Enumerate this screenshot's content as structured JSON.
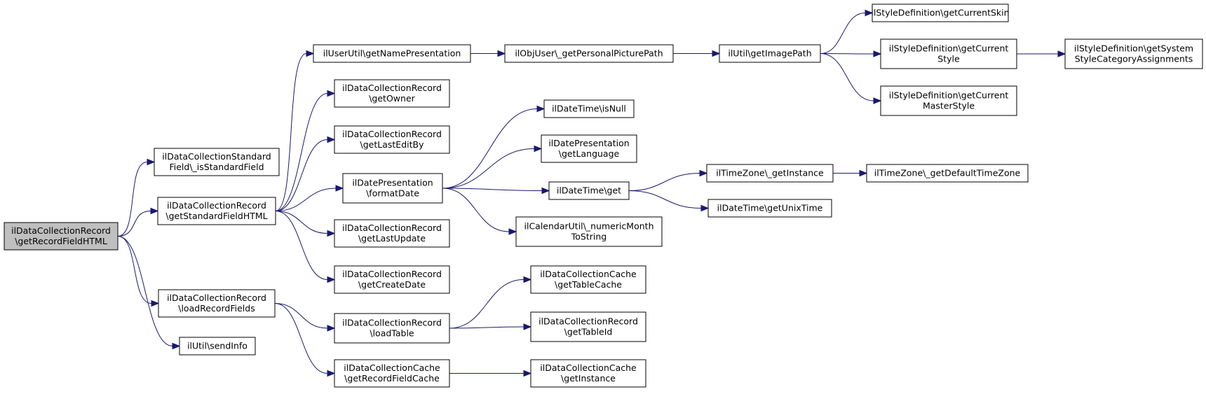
{
  "colors": {
    "edge": "#191970",
    "root_fill": "#bfbfbf",
    "node_fill": "#ffffff",
    "node_border": "#000000"
  },
  "nodes": [
    {
      "id": "root",
      "name": "node-getrecordfieldhtml",
      "lines": [
        "ilDataCollectionRecord",
        "\\getRecordFieldHTML"
      ],
      "root": true
    },
    {
      "id": "isstd",
      "name": "node-isstandardfield",
      "lines": [
        "ilDataCollectionStandard",
        "Field\\_isStandardField"
      ]
    },
    {
      "id": "getstd",
      "name": "node-getstandardfieldhtml",
      "lines": [
        "ilDataCollectionRecord",
        "\\getStandardFieldHTML"
      ]
    },
    {
      "id": "loadrec",
      "name": "node-loadrecordfields",
      "lines": [
        "ilDataCollectionRecord",
        "\\loadRecordFields"
      ]
    },
    {
      "id": "sendinfo",
      "name": "node-sendinfo",
      "lines": [
        "ilUtil\\sendInfo"
      ]
    },
    {
      "id": "namepres",
      "name": "node-getnamepresentation",
      "lines": [
        "ilUserUtil\\getNamePresentation"
      ]
    },
    {
      "id": "owner",
      "name": "node-getowner",
      "lines": [
        "ilDataCollectionRecord",
        "\\getOwner"
      ]
    },
    {
      "id": "lastedit",
      "name": "node-getlasteditby",
      "lines": [
        "ilDataCollectionRecord",
        "\\getLastEditBy"
      ]
    },
    {
      "id": "fmtdate",
      "name": "node-formatdate",
      "lines": [
        "ilDatePresentation",
        "\\formatDate"
      ]
    },
    {
      "id": "lastupd",
      "name": "node-getlastupdate",
      "lines": [
        "ilDataCollectionRecord",
        "\\getLastUpdate"
      ]
    },
    {
      "id": "created",
      "name": "node-getcreatedate",
      "lines": [
        "ilDataCollectionRecord",
        "\\getCreateDate"
      ]
    },
    {
      "id": "loadtable",
      "name": "node-loadtable",
      "lines": [
        "ilDataCollectionRecord",
        "\\loadTable"
      ]
    },
    {
      "id": "recfieldcache",
      "name": "node-getrecordfieldcache",
      "lines": [
        "ilDataCollectionCache",
        "\\getRecordFieldCache"
      ]
    },
    {
      "id": "picpath",
      "name": "node-getpersonalpicturepath",
      "lines": [
        "ilObjUser\\_getPersonalPicturePath"
      ]
    },
    {
      "id": "isnull",
      "name": "node-isnull",
      "lines": [
        "ilDateTime\\isNull"
      ]
    },
    {
      "id": "getlang",
      "name": "node-getlanguage",
      "lines": [
        "ilDatePresentation",
        "\\getLanguage"
      ]
    },
    {
      "id": "dtget",
      "name": "node-datetime-get",
      "lines": [
        "ilDateTime\\get"
      ]
    },
    {
      "id": "monthstr",
      "name": "node-numericmonthtostring",
      "lines": [
        "ilCalendarUtil\\_numericMonth",
        "ToString"
      ]
    },
    {
      "id": "tablecache",
      "name": "node-gettablecache",
      "lines": [
        "ilDataCollectionCache",
        "\\getTableCache"
      ]
    },
    {
      "id": "tableid",
      "name": "node-gettableid",
      "lines": [
        "ilDataCollectionRecord",
        "\\getTableId"
      ]
    },
    {
      "id": "getinst",
      "name": "node-cache-getinstance",
      "lines": [
        "ilDataCollectionCache",
        "\\getInstance"
      ]
    },
    {
      "id": "imgpath",
      "name": "node-getimagepath",
      "lines": [
        "ilUtil\\getImagePath"
      ]
    },
    {
      "id": "tzinst",
      "name": "node-timezone-getinstance",
      "lines": [
        "ilTimeZone\\_getInstance"
      ]
    },
    {
      "id": "unixtime",
      "name": "node-getunixtime",
      "lines": [
        "ilDateTime\\getUnixTime"
      ]
    },
    {
      "id": "skin",
      "name": "node-getcurrentskin",
      "lines": [
        "ilStyleDefinition\\getCurrentSkin"
      ]
    },
    {
      "id": "style",
      "name": "node-getcurrentstyle",
      "lines": [
        "ilStyleDefinition\\getCurrent",
        "Style"
      ]
    },
    {
      "id": "master",
      "name": "node-getcurrentmasterstyle",
      "lines": [
        "ilStyleDefinition\\getCurrent",
        "MasterStyle"
      ]
    },
    {
      "id": "deftz",
      "name": "node-getdefaulttimezone",
      "lines": [
        "ilTimeZone\\_getDefaultTimeZone"
      ]
    },
    {
      "id": "sysstyle",
      "name": "node-getsystemstylecategoryassignments",
      "lines": [
        "ilStyleDefinition\\getSystem",
        "StyleCategoryAssignments"
      ]
    }
  ],
  "edges": [
    [
      "root",
      "isstd"
    ],
    [
      "root",
      "getstd"
    ],
    [
      "root",
      "loadrec"
    ],
    [
      "root",
      "sendinfo"
    ],
    [
      "getstd",
      "namepres"
    ],
    [
      "getstd",
      "owner"
    ],
    [
      "getstd",
      "lastedit"
    ],
    [
      "getstd",
      "fmtdate"
    ],
    [
      "getstd",
      "lastupd"
    ],
    [
      "getstd",
      "created"
    ],
    [
      "loadrec",
      "loadtable"
    ],
    [
      "loadrec",
      "recfieldcache"
    ],
    [
      "namepres",
      "picpath"
    ],
    [
      "picpath",
      "imgpath"
    ],
    [
      "imgpath",
      "skin"
    ],
    [
      "imgpath",
      "style"
    ],
    [
      "imgpath",
      "master"
    ],
    [
      "style",
      "sysstyle"
    ],
    [
      "fmtdate",
      "isnull"
    ],
    [
      "fmtdate",
      "getlang"
    ],
    [
      "fmtdate",
      "dtget"
    ],
    [
      "fmtdate",
      "monthstr"
    ],
    [
      "dtget",
      "tzinst"
    ],
    [
      "dtget",
      "unixtime"
    ],
    [
      "tzinst",
      "deftz"
    ],
    [
      "loadtable",
      "tablecache"
    ],
    [
      "loadtable",
      "tableid"
    ],
    [
      "recfieldcache",
      "getinst"
    ]
  ]
}
